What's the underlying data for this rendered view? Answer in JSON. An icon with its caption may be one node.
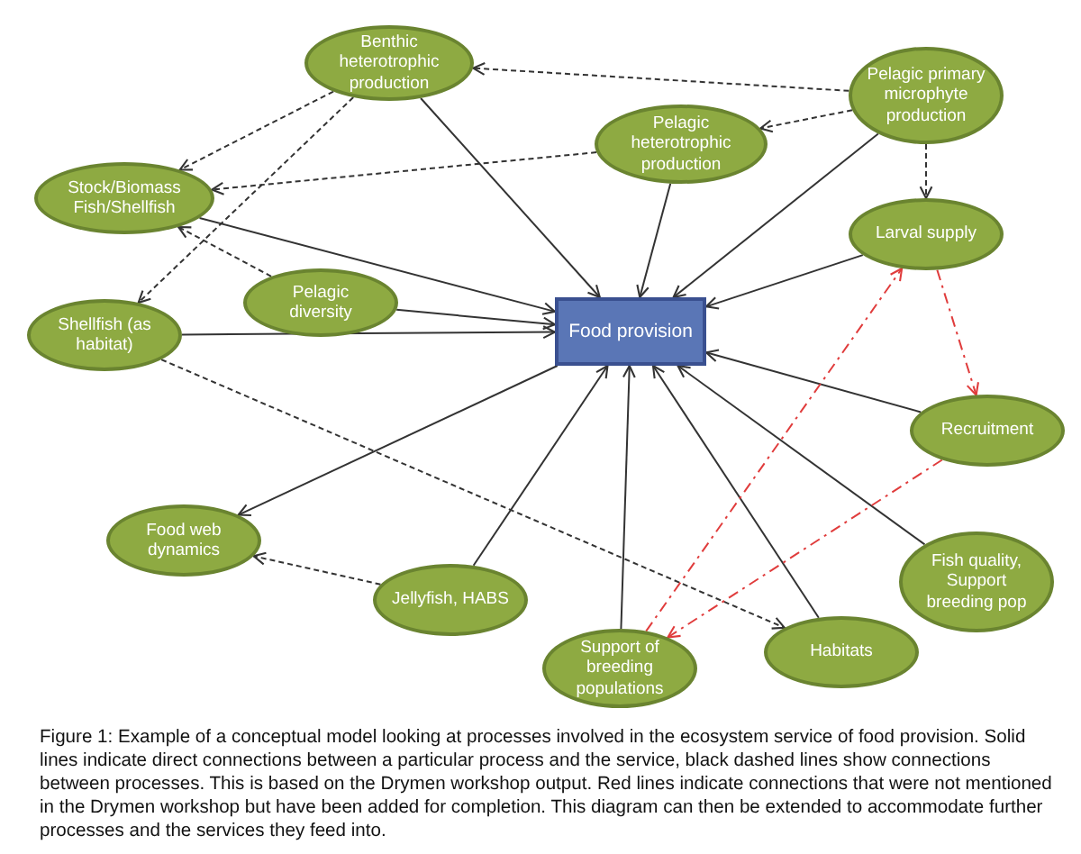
{
  "diagram": {
    "nodes": [
      {
        "text": [
          "Benthic heterotrophic production"
        ]
      },
      {
        "text": [
          "Pelagic primary microphyte production"
        ]
      },
      {
        "text": [
          "Pelagic heterotrophic production"
        ]
      },
      {
        "text": [
          "Stock/Biomass Fish/Shellfish"
        ]
      },
      {
        "text": [
          "Larval supply"
        ]
      },
      {
        "text": [
          "Pelagic diversity"
        ]
      },
      {
        "text": [
          "Food provision"
        ]
      },
      {
        "text": [
          "Shellfish (as habitat)"
        ]
      },
      {
        "text": [
          "Recruitment"
        ]
      },
      {
        "text": [
          "Food web dynamics"
        ]
      },
      {
        "text": [
          "Jellyfish, HABS"
        ]
      },
      {
        "text": [
          "Fish quality, Support breeding pop"
        ]
      },
      {
        "text": [
          "Support of breeding populations"
        ]
      },
      {
        "text": [
          "Habitats"
        ]
      }
    ],
    "edges": [
      {
        "from": 0,
        "to": 6,
        "arrow": "to"
      },
      {
        "from": 2,
        "to": 6,
        "arrow": "to"
      },
      {
        "from": 1,
        "to": 6,
        "arrow": "to"
      },
      {
        "from": 4,
        "to": 6,
        "arrow": "to"
      },
      {
        "from": 3,
        "to": 6,
        "arrow": "to"
      },
      {
        "from": 5,
        "to": 6,
        "arrow": "to"
      },
      {
        "from": 7,
        "to": 6,
        "arrow": "to"
      },
      {
        "from": 8,
        "to": 6,
        "arrow": "to"
      },
      {
        "from": 11,
        "to": 6,
        "arrow": "to"
      },
      {
        "from": 13,
        "to": 6,
        "arrow": "to"
      },
      {
        "from": 12,
        "to": 6,
        "arrow": "to"
      },
      {
        "from": 10,
        "to": 6,
        "arrow": "to"
      },
      {
        "from": 6,
        "to": 9,
        "arrow": "to"
      },
      {
        "from": 1,
        "to": 0,
        "arrow": "to",
        "style": "dashed"
      },
      {
        "from": 1,
        "to": 2,
        "arrow": "to",
        "style": "dashed"
      },
      {
        "from": 1,
        "to": 4,
        "arrow": "to",
        "style": "dashed"
      },
      {
        "from": 0,
        "to": 3,
        "arrow": "to",
        "style": "dashed"
      },
      {
        "from": 0,
        "to": 7,
        "arrow": "to",
        "style": "dashed"
      },
      {
        "from": 2,
        "to": 3,
        "arrow": "to",
        "style": "dashed"
      },
      {
        "from": 5,
        "to": 3,
        "arrow": "to",
        "style": "dashed"
      },
      {
        "from": 10,
        "to": 9,
        "arrow": "to",
        "style": "dashed"
      },
      {
        "from": 7,
        "to": 13,
        "arrow": "to",
        "style": "dashed"
      },
      {
        "from": 4,
        "to": 8,
        "arrow": "to",
        "style": "dashed",
        "color": "#e03c3c"
      },
      {
        "from": 8,
        "to": 12,
        "arrow": "to",
        "style": "dashed",
        "color": "#e03c3c"
      },
      {
        "from": 12,
        "to": 4,
        "arrow": "to",
        "style": "dashed",
        "color": "#e03c3c"
      }
    ],
    "caption": "Figure 1: Example of a conceptual model looking at processes involved in the ecosystem service of food provision. Solid lines indicate direct connections between a particular process and the service, black dashed lines show connections between processes. This is based on the Drymen workshop output. Red lines indicate connections that were not mentioned in the Drymen workshop but have been added for completion. This diagram can then be extended to accommodate further processes and the services they feed into."
  }
}
